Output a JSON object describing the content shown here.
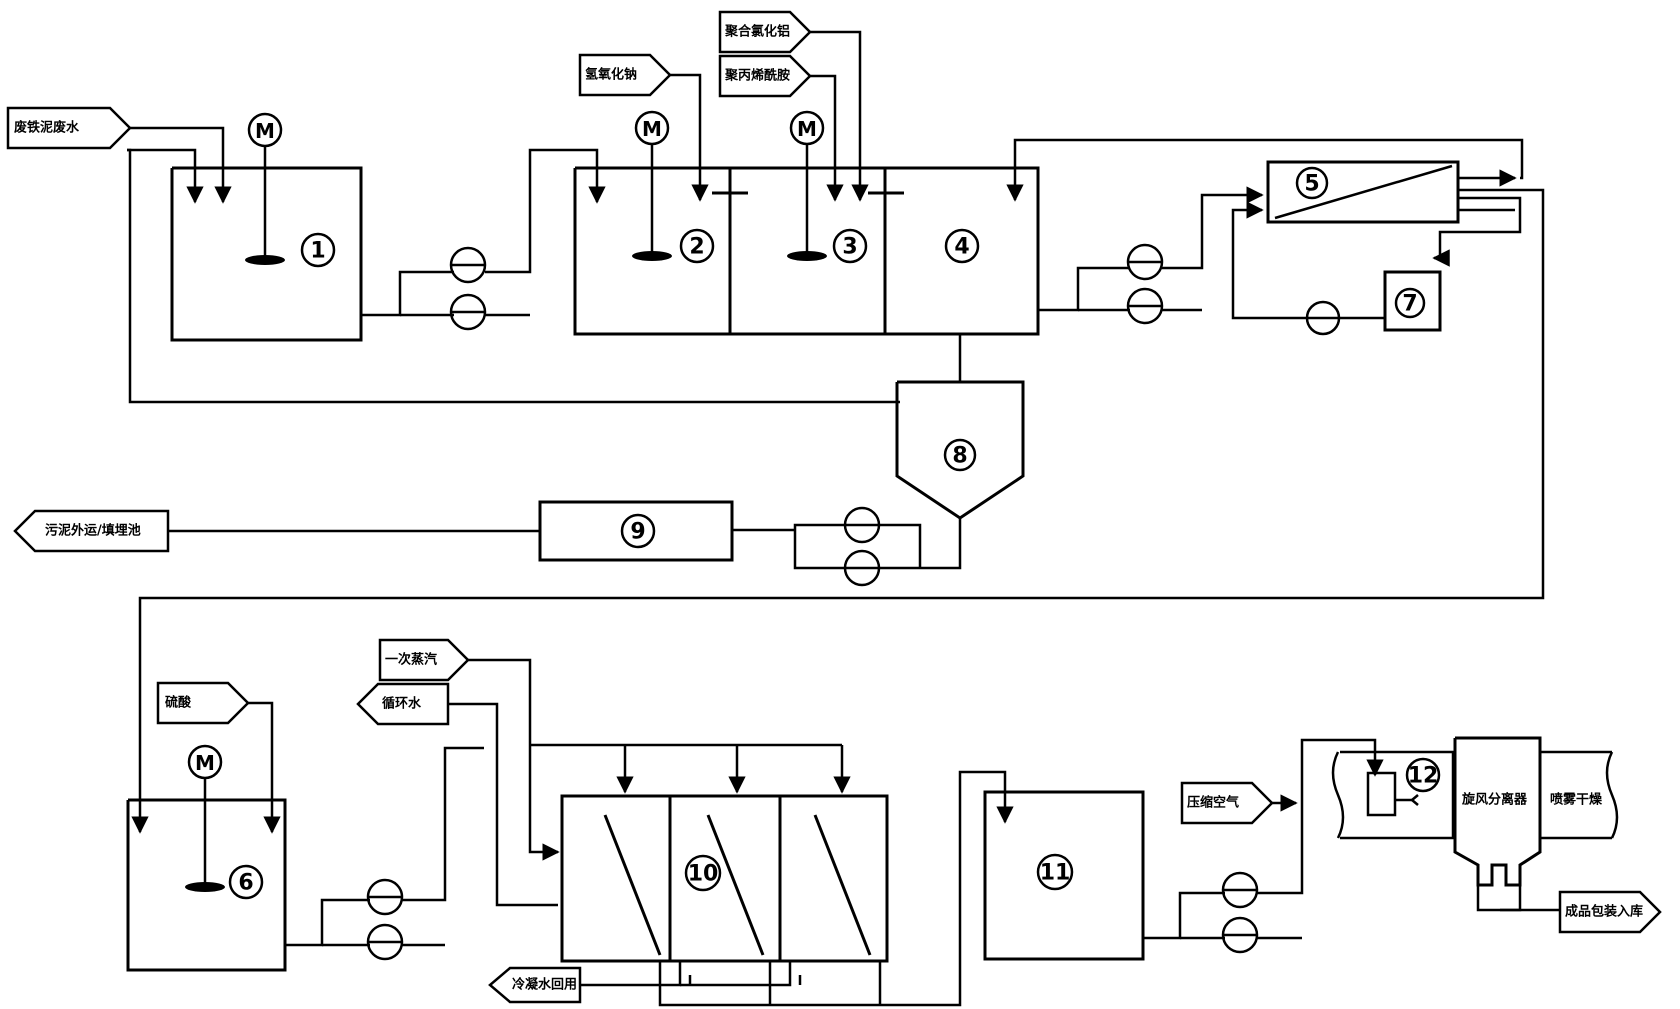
{
  "units": {
    "u1": "1",
    "u2": "2",
    "u3": "3",
    "u4": "4",
    "u5": "5",
    "u6": "6",
    "u7": "7",
    "u8": "8",
    "u9": "9",
    "u10": "10",
    "u11": "11",
    "u12": "12"
  },
  "motor_symbol": "M",
  "tags": {
    "raw_wastewater": "废铁泥废水",
    "alkali": "氢氧化钠",
    "coagulant": "聚合氯化铝",
    "flocculant": "聚丙烯酰胺",
    "sludge_out": "污泥外运/填埋池",
    "acid": "硫酸",
    "steam": "一次蒸汽",
    "cooling_water": "循环水",
    "condensate_reuse": "冷凝水回用",
    "compressed_air": "压缩空气",
    "collector": "旋风分离器",
    "dryer": "喷雾干燥",
    "product": "成品包装入库"
  }
}
